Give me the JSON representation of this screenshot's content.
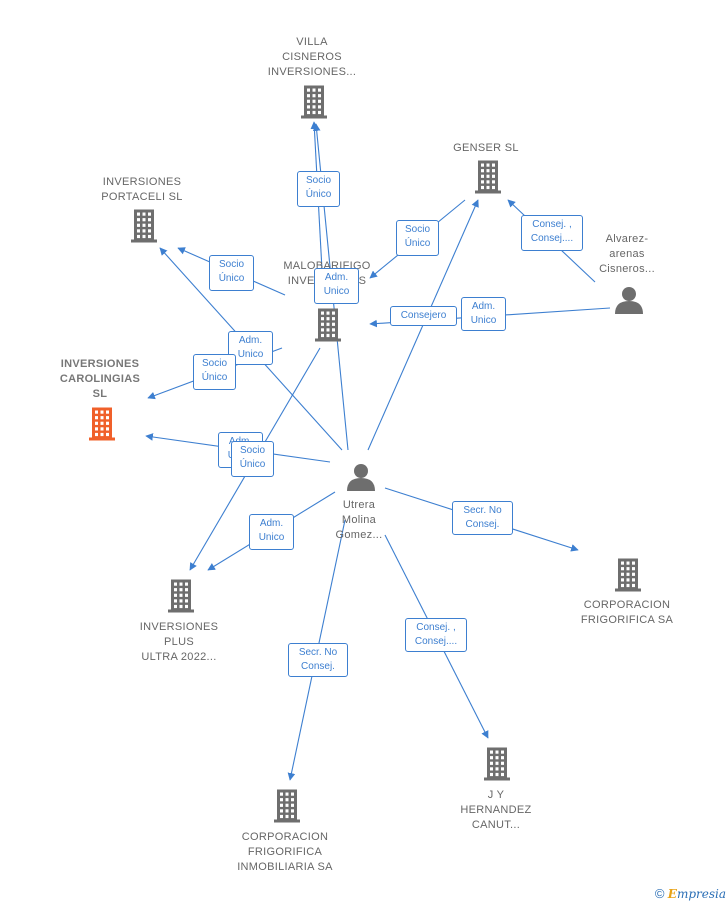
{
  "colors": {
    "edge": "#3d7fd0",
    "building": "#6e6e6e",
    "focus_building": "#f0602a",
    "person": "#6e6e6e",
    "label": "#666666"
  },
  "nodes": [
    {
      "id": "villa",
      "type": "company",
      "icon": "building-icon",
      "label": "VILLA\nCISNEROS\nINVERSIONES..."
    },
    {
      "id": "portaceli",
      "type": "company",
      "icon": "building-icon",
      "label": "INVERSIONES\nPORTACELI  SL"
    },
    {
      "id": "genser",
      "type": "company",
      "icon": "building-icon",
      "label": "GENSER SL"
    },
    {
      "id": "malobarifigo",
      "type": "company",
      "icon": "building-icon",
      "label": "MALOBARIFIGO\nINVERSIONES"
    },
    {
      "id": "alvarez",
      "type": "person",
      "icon": "person-icon",
      "label": "Alvarez-\narenas\nCisneros..."
    },
    {
      "id": "carolingias",
      "type": "focus",
      "icon": "building-icon",
      "label": "INVERSIONES\nCAROLINGIAS\nSL"
    },
    {
      "id": "utrera",
      "type": "person",
      "icon": "person-icon",
      "label": "Utrera\nMolina\nGomez..."
    },
    {
      "id": "plus",
      "type": "company",
      "icon": "building-icon",
      "label": "INVERSIONES\nPLUS\nULTRA 2022..."
    },
    {
      "id": "corpfrig",
      "type": "company",
      "icon": "building-icon",
      "label": "CORPORACION\nFRIGORIFICA SA"
    },
    {
      "id": "jyh",
      "type": "company",
      "icon": "building-icon",
      "label": "J Y\nHERNANDEZ\nCANUT..."
    },
    {
      "id": "corpinmo",
      "type": "company",
      "icon": "building-icon",
      "label": "CORPORACION\nFRIGORIFICA\nINMOBILIARIA SA"
    }
  ],
  "edge_labels": [
    {
      "id": "e1",
      "text": "Socio\nÚnico"
    },
    {
      "id": "e2",
      "text": "Socio\nÚnico"
    },
    {
      "id": "e3",
      "text": "Adm.\nUnico"
    },
    {
      "id": "e4",
      "text": "Socio\nÚnico"
    },
    {
      "id": "e5",
      "text": "Consej. ,\nConsej...."
    },
    {
      "id": "e6",
      "text": "Adm.\nUnico"
    },
    {
      "id": "e7",
      "text": "Consejero"
    },
    {
      "id": "e8",
      "text": "Adm.\nUnico"
    },
    {
      "id": "e9",
      "text": "Socio\nÚnico"
    },
    {
      "id": "e10",
      "text": "Adm.\nUnico"
    },
    {
      "id": "e11",
      "text": "Socio\nÚnico"
    },
    {
      "id": "e12",
      "text": "Adm.\nUnico"
    },
    {
      "id": "e13",
      "text": "Secr.  No\nConsej."
    },
    {
      "id": "e14",
      "text": "Consej. ,\nConsej...."
    },
    {
      "id": "e15",
      "text": "Secr.  No\nConsej."
    }
  ],
  "watermark": {
    "copyright": "©",
    "brand_e": "E",
    "brand_rest": "mpresia"
  }
}
